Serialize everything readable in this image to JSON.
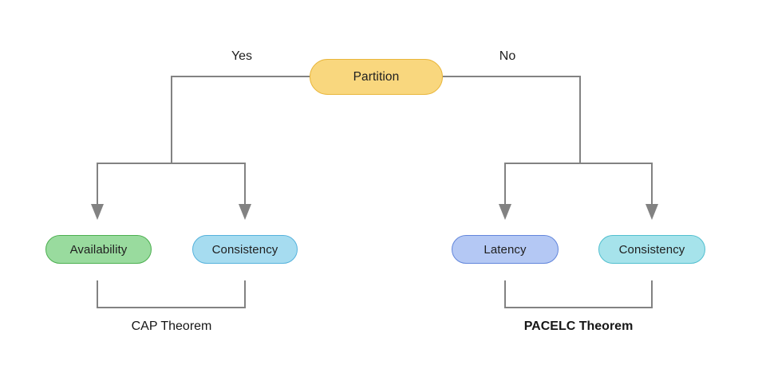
{
  "nodes": {
    "partition": {
      "label": "Partition",
      "fill": "#F9D77E",
      "border": "#E9B63B"
    },
    "availability": {
      "label": "Availability",
      "fill": "#99DB9E",
      "border": "#4CAF50"
    },
    "consistency_cap": {
      "label": "Consistency",
      "fill": "#A6DCF0",
      "border": "#56B2DC"
    },
    "latency": {
      "label": "Latency",
      "fill": "#B4C8F4",
      "border": "#6286DB"
    },
    "consistency_pacelc": {
      "label": "Consistency",
      "fill": "#A6E3EB",
      "border": "#52BFCF"
    }
  },
  "edge_labels": {
    "yes": "Yes",
    "no": "No"
  },
  "captions": {
    "cap": "CAP Theorem",
    "pacelc": "PACELC Theorem"
  },
  "colors": {
    "line": "#828282",
    "text": "#202020",
    "background": "#FFFFFF"
  }
}
